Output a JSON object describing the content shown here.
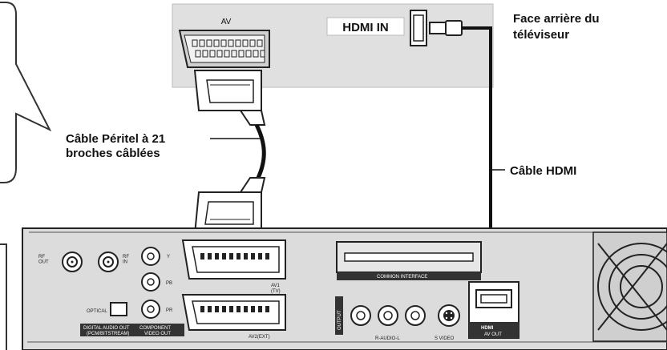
{
  "tv_panel": {
    "av_label": "AV",
    "hdmi_in_label": "HDMI IN",
    "caption_line1": "Face arrière du",
    "caption_line2": "téléviseur"
  },
  "cables": {
    "scart_line1": "Câble Péritel à 21",
    "scart_line2": "broches câblées",
    "hdmi": "Câble HDMI"
  },
  "recorder": {
    "rf_out": "RF\nOUT",
    "rf_in": "RF\nIN",
    "y": "Y",
    "pb": "PB",
    "pr": "PR",
    "optical": "OPTICAL",
    "digital_audio_out_1": "DIGITAL AUDIO OUT",
    "digital_audio_out_2": "(PCM/BITSTREAM)",
    "component_1": "COMPONENT",
    "component_2": "VIDEO OUT",
    "av1_1": "AV1",
    "av1_2": "(TV)",
    "av2": "AV2(EXT)",
    "common_interface": "COMMON INTERFACE",
    "output": "OUTPUT",
    "r_audio_l": "R-AUDIO-L",
    "s_video": "S VIDEO",
    "hdmi_logo": "HDMI",
    "av_out": "AV OUT"
  }
}
